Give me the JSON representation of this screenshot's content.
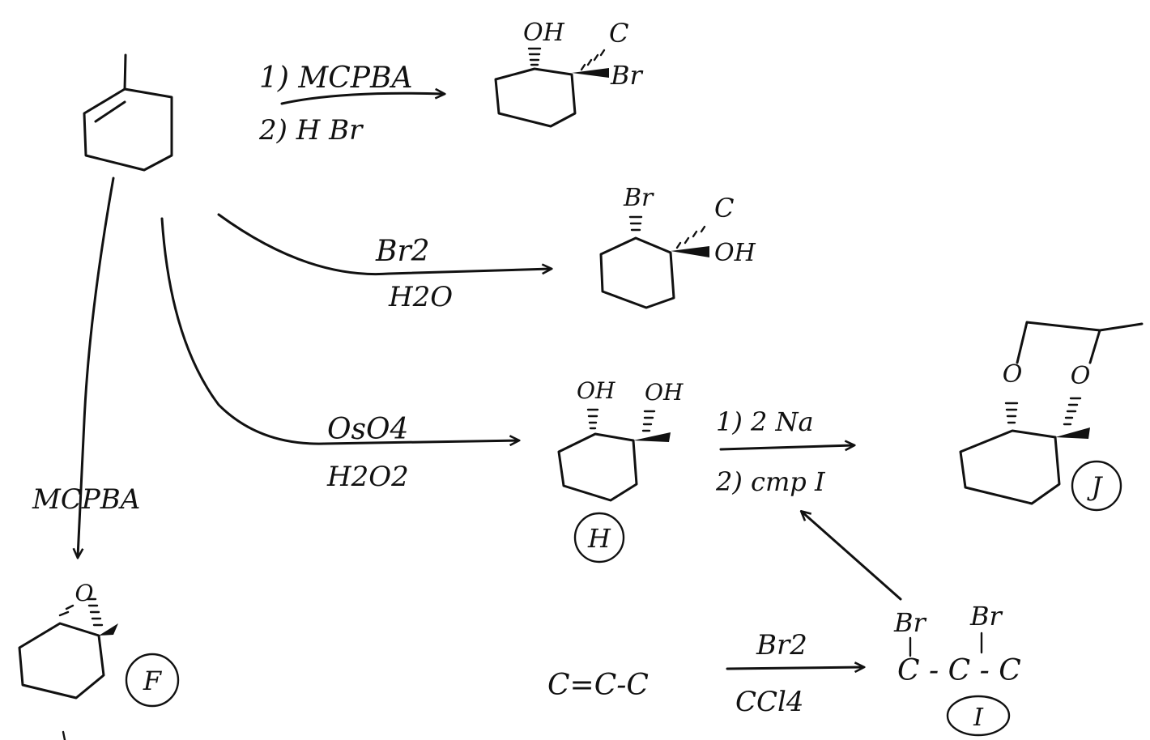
{
  "reactions": {
    "mcpba_hbr": {
      "step1": "1) MCPBA",
      "step2": "2) H Br"
    },
    "br2_h2o": {
      "reagent": "Br2",
      "solvent": "H2O"
    },
    "oso4": {
      "reagent": "OsO4",
      "oxidant": "H2O2"
    },
    "na_cmp": {
      "step1": "1) 2 Na",
      "step2": "2) cmp I"
    },
    "mcpba": {
      "reagent": "MCPBA"
    },
    "bromination": {
      "reagent": "Br2",
      "solvent": "CCl4"
    }
  },
  "product_bromohydrin_1": {
    "oh": "OH",
    "c": "C",
    "br": "Br"
  },
  "product_bromohydrin_2": {
    "br": "Br",
    "c": "C",
    "oh": "OH"
  },
  "compound_H": {
    "oh1": "OH",
    "oh2": "OH",
    "label": "H"
  },
  "compound_J": {
    "o1": "O",
    "o2": "O",
    "label": "J"
  },
  "compound_F": {
    "o": "O",
    "label": "F"
  },
  "propene": {
    "formula": "C=C-C"
  },
  "compound_I": {
    "br1": "Br",
    "br2": "Br",
    "formula": "C - C - C",
    "label": "I"
  }
}
